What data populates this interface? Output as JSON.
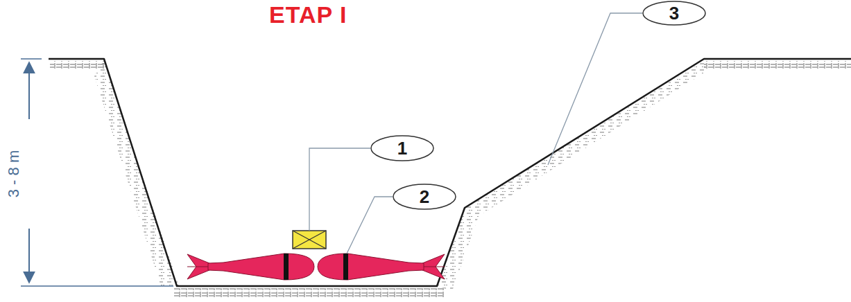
{
  "diagram": {
    "title": "ETAP I",
    "labels": [
      "3 - 8 m",
      "1",
      "2",
      "3"
    ]
  }
}
